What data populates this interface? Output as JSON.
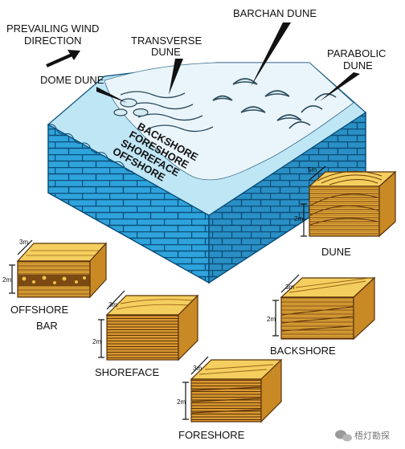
{
  "wind": {
    "line1": "PREVAILING WIND",
    "line2": "DIRECTION"
  },
  "dune_types": {
    "barchan": "BARCHAN DUNE",
    "transverse_line1": "TRANSVERSE",
    "transverse_line2": "DUNE",
    "parabolic_line1": "PARABOLIC",
    "parabolic_line2": "DUNE",
    "dome": "DOME DUNE"
  },
  "beach_zones": [
    "BACKSHORE",
    "FORESHORE",
    "SHOREFACE",
    "OFFSHORE"
  ],
  "blocks": {
    "dune": {
      "label": "DUNE",
      "top_dim": "5m",
      "side_dim": "2m"
    },
    "offshore": {
      "label_line1": "OFFSHORE",
      "label_line2": "BAR",
      "top_dim": "3m",
      "side_dim": "2m"
    },
    "shoreface": {
      "label": "SHOREFACE",
      "top_dim": "3m",
      "side_dim": "2m"
    },
    "backshore": {
      "label": "BACKSHORE",
      "top_dim": "3m",
      "side_dim": "2m"
    },
    "foreshore": {
      "label": "FORESHORE",
      "top_dim": "3m",
      "side_dim": "2m"
    }
  },
  "watermark": "梧灯勘探",
  "colors": {
    "water": "#bfe6f5",
    "brick": "#2fa3dc",
    "mortar": "#0b4f7a",
    "sand_top": "#f4cf5f",
    "sand_dark": "#7a4a12"
  }
}
